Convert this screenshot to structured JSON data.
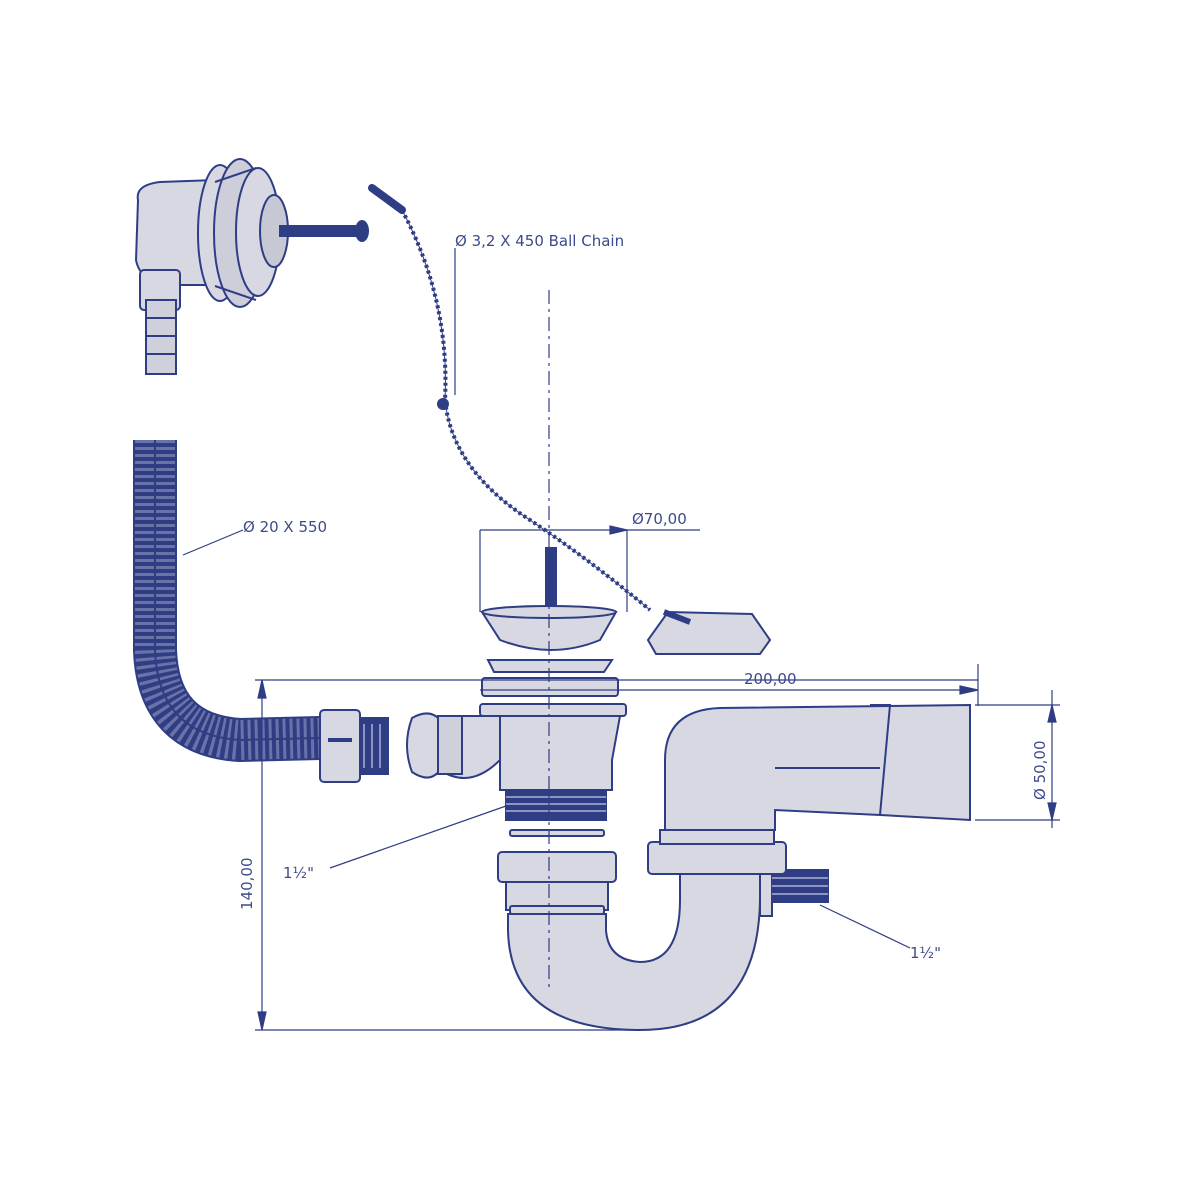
{
  "diagram": {
    "ink_color": "#2f3d85",
    "fill_color": "#d7d8e2",
    "shadow_color": "#bfc1cf",
    "labels": {
      "ball_chain": "Ø 3,2 X 450 Ball Chain",
      "hose": "Ø 20 X 550",
      "strainer_diameter": "Ø70,00",
      "horizontal_length": "200,00",
      "outlet_diameter": "Ø 50,00",
      "height": "140,00",
      "thread_upper": "1½\"",
      "thread_lower": "1½\""
    }
  }
}
